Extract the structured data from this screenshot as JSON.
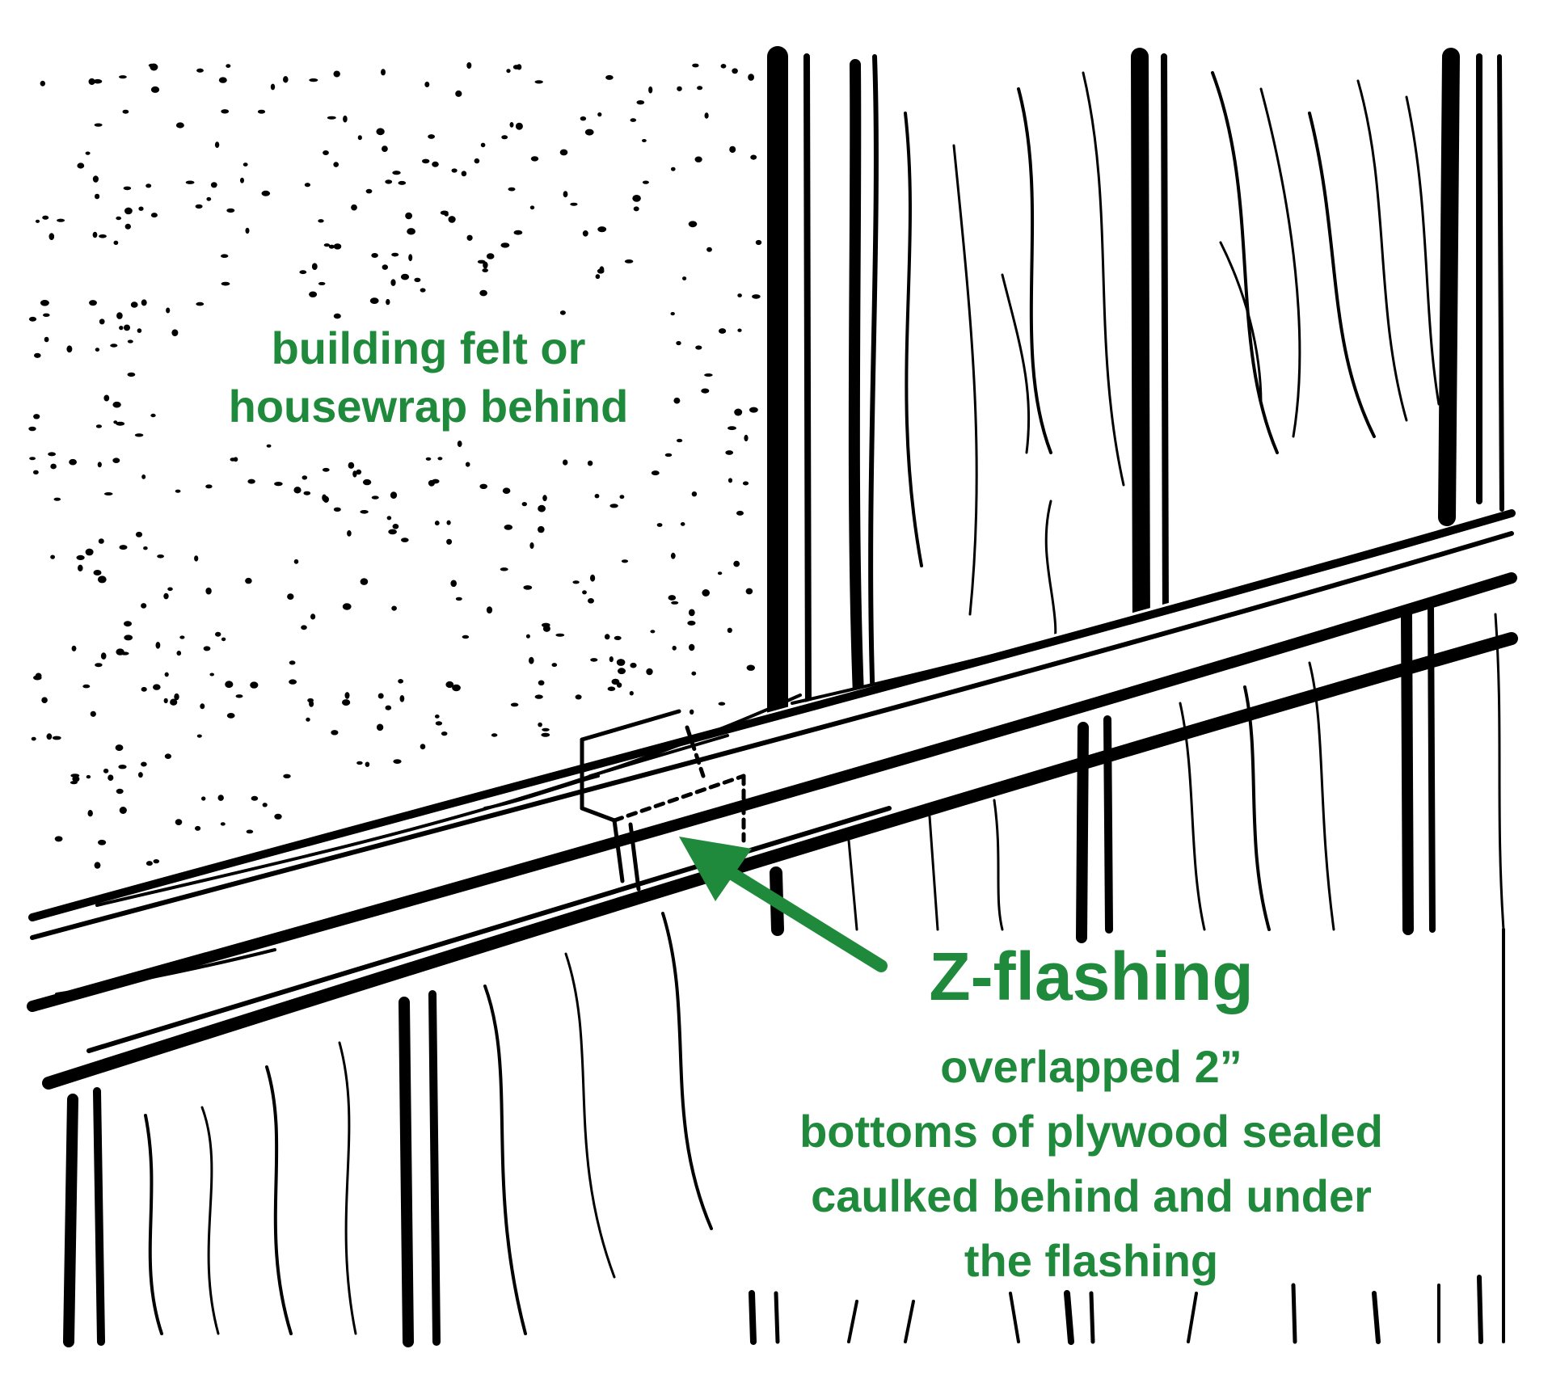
{
  "labels": {
    "felt": [
      "building felt or",
      "housewrap behind"
    ],
    "z_title": "Z-flashing",
    "z_note": [
      "overlapped 2”",
      "bottoms of plywood sealed",
      "caulked behind and under",
      "the flashing"
    ]
  },
  "colors": {
    "ink": "#000000",
    "label_green": "#1f8a3c",
    "paper": "#ffffff"
  }
}
